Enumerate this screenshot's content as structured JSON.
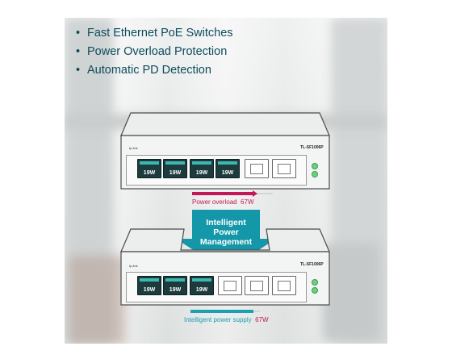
{
  "features": [
    "Fast Ethernet PoE Switches",
    "Power Overload Protection",
    "Automatic PD Detection"
  ],
  "top_switch": {
    "brand": "tp-link",
    "model": "TL-SF1006P",
    "ports": [
      {
        "label": "19W",
        "active": true
      },
      {
        "label": "19W",
        "active": true
      },
      {
        "label": "19W",
        "active": true
      },
      {
        "label": "19W",
        "active": true
      },
      {
        "label": "",
        "active": false
      },
      {
        "label": "",
        "active": false
      }
    ],
    "status_label": "Power overload",
    "status_value": "67W",
    "status_color": "#c2185b"
  },
  "arrow": {
    "line1": "Intelligent",
    "line2": "Power",
    "line3": "Management",
    "color": "#1497a8"
  },
  "bottom_switch": {
    "brand": "tp-link",
    "model": "TL-SF1006P",
    "ports": [
      {
        "label": "19W",
        "active": true
      },
      {
        "label": "19W",
        "active": true
      },
      {
        "label": "19W",
        "active": true
      },
      {
        "label": "",
        "active": false
      },
      {
        "label": "",
        "active": false
      },
      {
        "label": "",
        "active": false
      }
    ],
    "status_label": "Intelligent power supply",
    "status_value": "67W",
    "status_color": "#1b9fb2"
  }
}
